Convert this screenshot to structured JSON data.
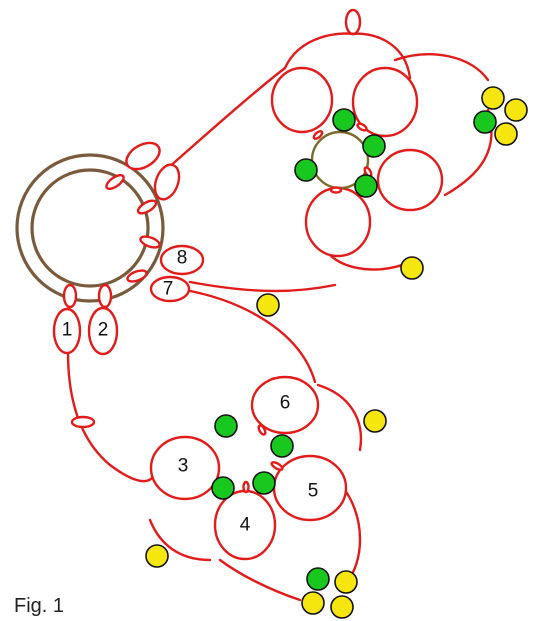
{
  "figure": {
    "caption": "Fig. 1",
    "ring_labels": {
      "r1": "1",
      "r2": "2",
      "r3": "3",
      "r4": "4",
      "r5": "5",
      "r6": "6",
      "r7": "7",
      "r8": "8"
    }
  },
  "colors": {
    "thread": "#e21b1b",
    "center_ring": "#7a5a3c",
    "bead_green": "#19c81e",
    "bead_yellow": "#f5e60f",
    "bead_outline": "#111111"
  }
}
